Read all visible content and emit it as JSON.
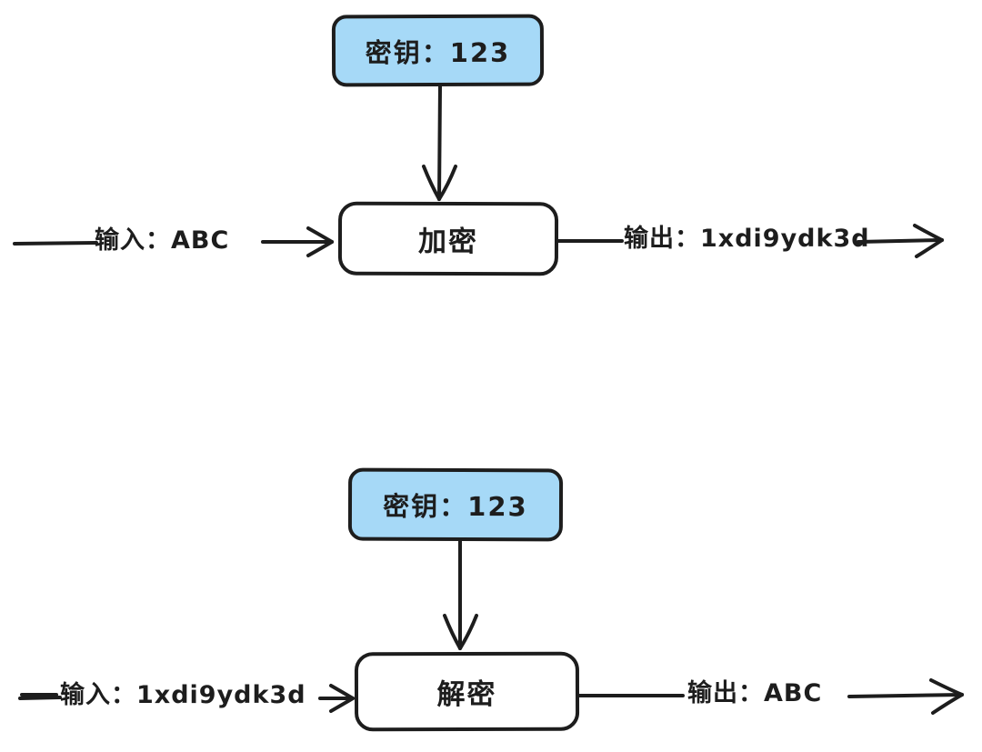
{
  "colors": {
    "background": "#ffffff",
    "stroke": "#1d1d1d",
    "key_box_fill": "#a6d9f7"
  },
  "encryption": {
    "key_label": "密钥：123",
    "process_label": "加密",
    "input_label": "输入：ABC",
    "output_label": "输出：1xdi9ydk3d"
  },
  "decryption": {
    "key_label": "密钥：123",
    "process_label": "解密",
    "input_label": "输入：1xdi9ydk3d",
    "output_label": "输出：ABC"
  }
}
